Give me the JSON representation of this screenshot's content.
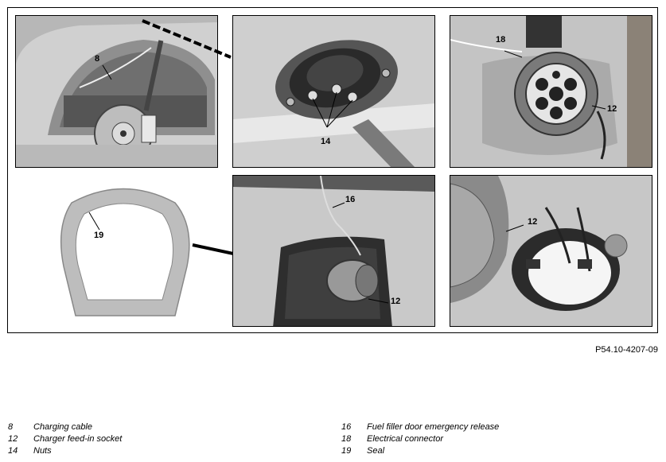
{
  "figure": {
    "reference": "P54.10-4207-09",
    "callouts": {
      "c8": "8",
      "c14": "14",
      "c18": "18",
      "c12a": "12",
      "c19": "19",
      "c16": "16",
      "c12b": "12",
      "c12c": "12"
    }
  },
  "legend": {
    "left": [
      {
        "num": "8",
        "text": "Charging cable"
      },
      {
        "num": "12",
        "text": "Charger feed-in socket"
      },
      {
        "num": "14",
        "text": "Nuts"
      }
    ],
    "right": [
      {
        "num": "16",
        "text": "Fuel filler door emergency release"
      },
      {
        "num": "18",
        "text": "Electrical connector"
      },
      {
        "num": "19",
        "text": "Seal"
      }
    ]
  },
  "colors": {
    "photo_gray": "#c9c9c9",
    "photo_dark": "#3a3a3a",
    "seal_gray": "#bdbdbd"
  }
}
